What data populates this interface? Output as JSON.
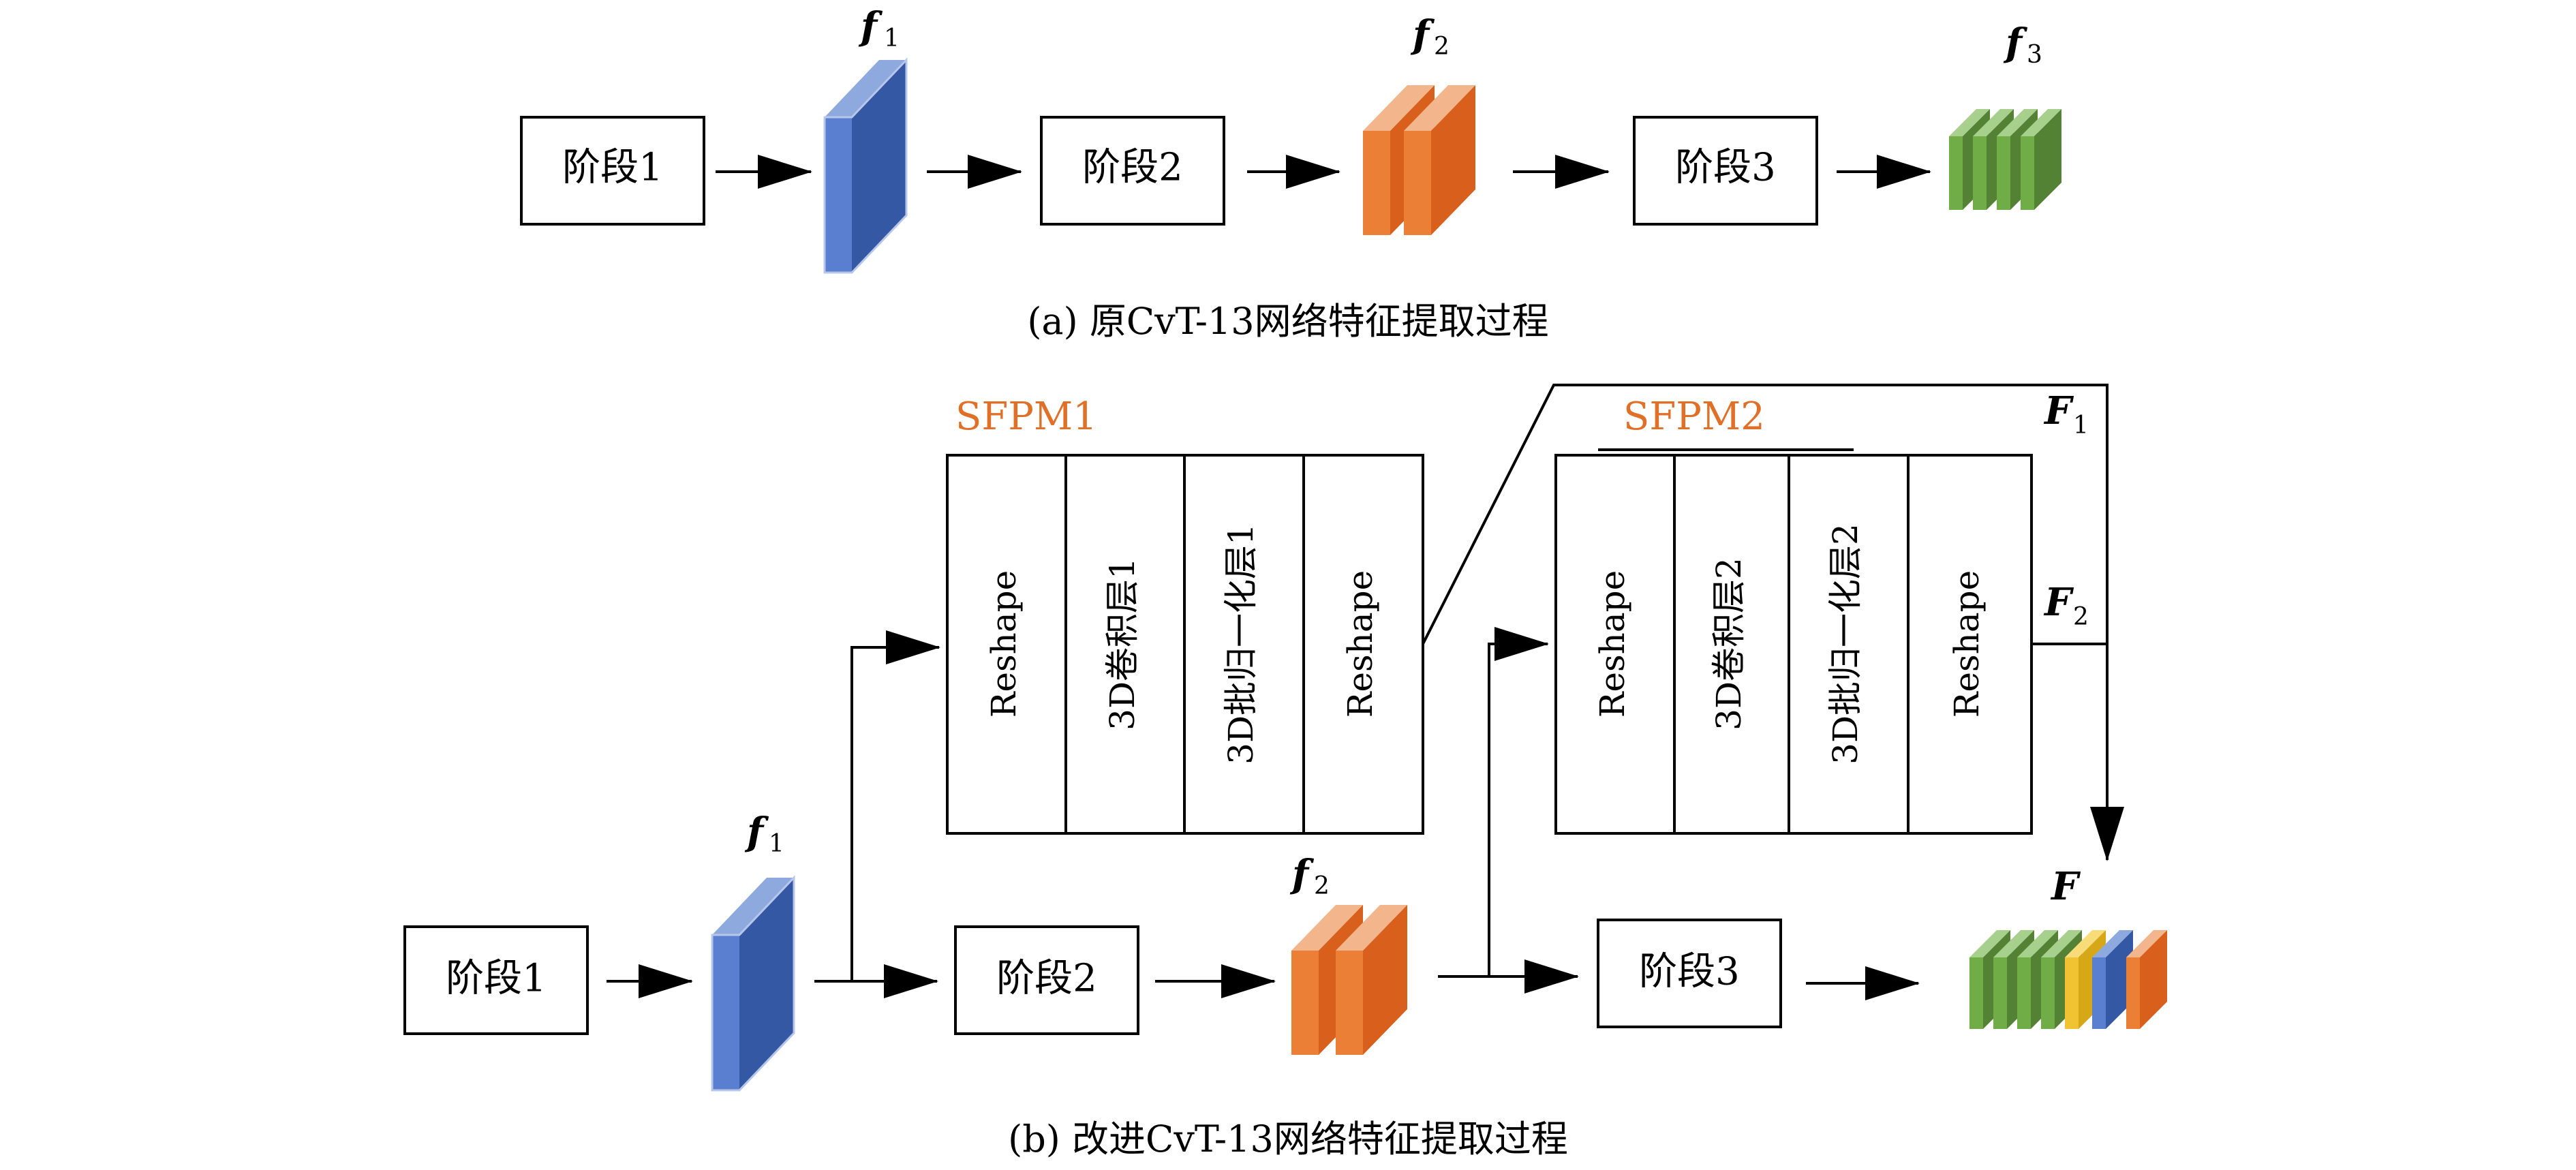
{
  "top": {
    "stages": [
      "阶段1",
      "阶段2",
      "阶段3"
    ],
    "features": [
      {
        "main": "f",
        "sub": "1"
      },
      {
        "main": "f",
        "sub": "2"
      },
      {
        "main": "f",
        "sub": "3"
      }
    ],
    "caption": "(a) 原CvT-13网络特征提取过程"
  },
  "bottom": {
    "stages": [
      "阶段1",
      "阶段2",
      "阶段3"
    ],
    "features": [
      {
        "main": "f",
        "sub": "1"
      },
      {
        "main": "f",
        "sub": "2"
      },
      {
        "main": "F",
        "sub": ""
      }
    ],
    "sfpm1": {
      "title": "SFPM1",
      "layers": [
        "Reshape",
        "3D卷积层1",
        "3D批归一化层1",
        "Reshape"
      ]
    },
    "sfpm2": {
      "title": "SFPM2",
      "layers": [
        "Reshape",
        "3D卷积层2",
        "3D批归一化层2",
        "Reshape"
      ]
    },
    "outputs": [
      {
        "main": "F",
        "sub": "1"
      },
      {
        "main": "F",
        "sub": "2"
      }
    ],
    "caption": "(b) 改进CvT-13网络特征提取过程"
  },
  "colors": {
    "blue": "#3458a4",
    "orange": "#ec7f36",
    "green": "#5e9c3e",
    "yellow": "#f1c232",
    "sfpm_title": "#e07028"
  }
}
